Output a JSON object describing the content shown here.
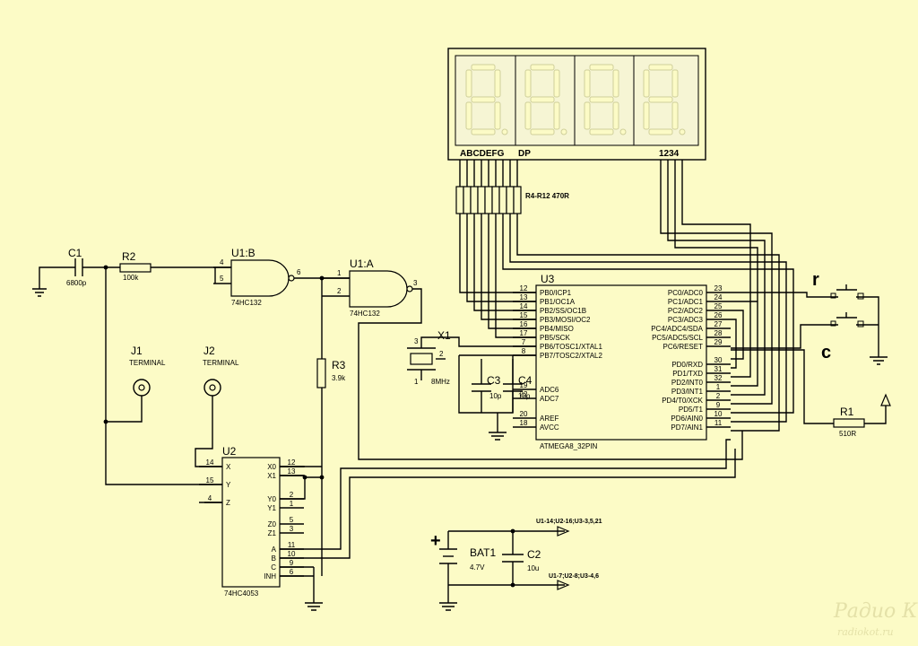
{
  "display": {
    "segment_labels": "ABCDEFG",
    "dp_label": "DP",
    "digit_labels": "1234",
    "digits": 4
  },
  "resistor_array": {
    "label": "R4-R12 470R"
  },
  "u3": {
    "ref": "U3",
    "part": "ATMEGA8_32PIN",
    "left_pins": [
      {
        "num": "12",
        "name": "PB0/ICP1"
      },
      {
        "num": "13",
        "name": "PB1/OC1A"
      },
      {
        "num": "14",
        "name": "PB2/SS/OC1B"
      },
      {
        "num": "15",
        "name": "PB3/MOSI/OC2"
      },
      {
        "num": "16",
        "name": "PB4/MISO"
      },
      {
        "num": "17",
        "name": "PB5/SCK"
      },
      {
        "num": "7",
        "name": "PB6/TOSC1/XTAL1"
      },
      {
        "num": "8",
        "name": "PB7/TOSC2/XTAL2"
      },
      {
        "num": "19",
        "name": "ADC6"
      },
      {
        "num": "22",
        "name": "ADC7"
      },
      {
        "num": "20",
        "name": "AREF"
      },
      {
        "num": "18",
        "name": "AVCC"
      }
    ],
    "right_pins": [
      {
        "num": "23",
        "name": "PC0/ADC0"
      },
      {
        "num": "24",
        "name": "PC1/ADC1"
      },
      {
        "num": "25",
        "name": "PC2/ADC2"
      },
      {
        "num": "26",
        "name": "PC3/ADC3"
      },
      {
        "num": "27",
        "name": "PC4/ADC4/SDA"
      },
      {
        "num": "28",
        "name": "PC5/ADC5/SCL"
      },
      {
        "num": "29",
        "name": "PC6/RESET"
      },
      {
        "num": "30",
        "name": "PD0/RXD"
      },
      {
        "num": "31",
        "name": "PD1/TXD"
      },
      {
        "num": "32",
        "name": "PD2/INT0"
      },
      {
        "num": "1",
        "name": "PD3/INT1"
      },
      {
        "num": "2",
        "name": "PD4/T0/XCK"
      },
      {
        "num": "9",
        "name": "PD5/T1"
      },
      {
        "num": "10",
        "name": "PD6/AIN0"
      },
      {
        "num": "11",
        "name": "PD7/AIN1"
      }
    ]
  },
  "u2": {
    "ref": "U2",
    "part": "74HC4053",
    "left_pins": [
      {
        "num": "14",
        "name": "X"
      },
      {
        "num": "15",
        "name": "Y"
      },
      {
        "num": "4",
        "name": "Z"
      }
    ],
    "right_pins": [
      {
        "num": "12",
        "name": "X0"
      },
      {
        "num": "13",
        "name": "X1"
      },
      {
        "num": "2",
        "name": "Y0"
      },
      {
        "num": "1",
        "name": "Y1"
      },
      {
        "num": "5",
        "name": "Z0"
      },
      {
        "num": "3",
        "name": "Z1"
      },
      {
        "num": "11",
        "name": "A"
      },
      {
        "num": "10",
        "name": "B"
      },
      {
        "num": "9",
        "name": "C"
      },
      {
        "num": "6",
        "name": "INH"
      }
    ]
  },
  "u1b": {
    "ref": "U1:B",
    "part": "74HC132",
    "pin_in1": "4",
    "pin_in2": "5",
    "pin_out": "6"
  },
  "u1a": {
    "ref": "U1:A",
    "part": "74HC132",
    "pin_in1": "1",
    "pin_in2": "2",
    "pin_out": "3"
  },
  "c1": {
    "ref": "C1",
    "value": "6800p"
  },
  "r2": {
    "ref": "R2",
    "value": "100k"
  },
  "r3": {
    "ref": "R3",
    "value": "3.9k"
  },
  "r1": {
    "ref": "R1",
    "value": "510R"
  },
  "j1": {
    "ref": "J1",
    "value": "TERMINAL"
  },
  "j2": {
    "ref": "J2",
    "value": "TERMINAL"
  },
  "x1": {
    "ref": "X1",
    "value": "8MHz",
    "pin1": "1",
    "pin2": "2",
    "pin3": "3"
  },
  "c3": {
    "ref": "C3",
    "value": "10p"
  },
  "c4": {
    "ref": "C4",
    "value": "10p"
  },
  "bat1": {
    "ref": "BAT1",
    "value": "4.7V",
    "plus": "+"
  },
  "c2": {
    "ref": "C2",
    "value": "10u"
  },
  "power": {
    "vcc_label": "U1-14;U2-16;U3-3,5,21",
    "gnd_label": "U1-7;U2-8;U3-4,6"
  },
  "buttons": {
    "r_label": "r",
    "c_label": "c"
  },
  "watermark": {
    "logo": "Радио КОТ",
    "url": "radiokot.ru"
  },
  "colors": {
    "background": "#fcfbc6",
    "wire": "#000000",
    "display_face": "#fcfbc6"
  }
}
